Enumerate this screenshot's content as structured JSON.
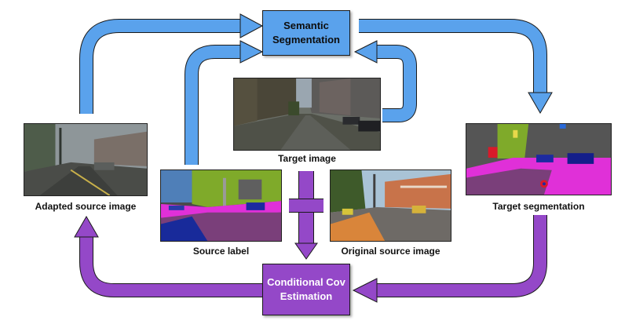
{
  "boxes": {
    "semantic_segmentation": [
      "Semantic",
      "Segmentation"
    ],
    "conditional_cov": [
      "Conditional Cov",
      "Estimation"
    ]
  },
  "images": {
    "target": {
      "caption": "Target image"
    },
    "adapted_source": {
      "caption": "Adapted source image"
    },
    "source_label": {
      "caption": "Source label"
    },
    "original_source": {
      "caption": "Original source image"
    },
    "target_segmentation": {
      "caption": "Target segmentation"
    }
  },
  "colors": {
    "blue_arrow": "#5aa2ec",
    "purple_arrow": "#9448c8",
    "outline": "#1a1a1a"
  }
}
